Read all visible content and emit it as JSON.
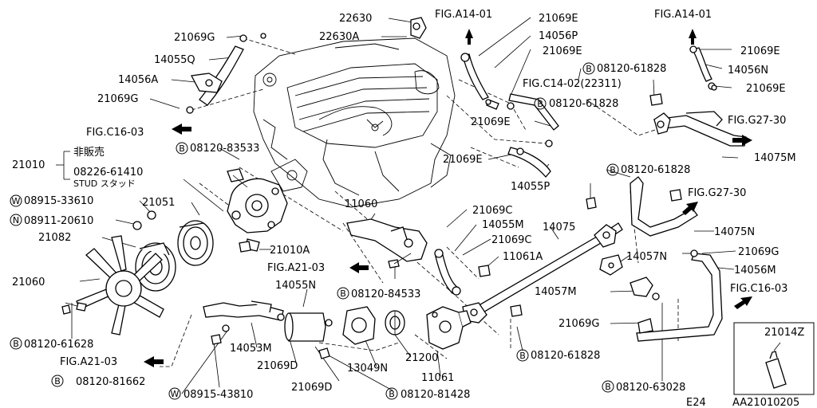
{
  "labels": [
    {
      "id": "l1",
      "text": "22630"
    },
    {
      "id": "l2",
      "text": "22630A"
    },
    {
      "id": "l3",
      "text": "FIG.A14-01"
    },
    {
      "id": "l4",
      "text": "21069E"
    },
    {
      "id": "l5",
      "text": "14056P"
    },
    {
      "id": "l6",
      "text": "21069E"
    },
    {
      "id": "l7",
      "text": "FIG.A14-01"
    },
    {
      "id": "l8",
      "text": "21069E"
    },
    {
      "id": "l9",
      "text": "14056N"
    },
    {
      "id": "l10",
      "text": "21069E"
    },
    {
      "id": "l11",
      "text": "08120-61828"
    },
    {
      "id": "l12",
      "text": "FIG.C14-02(22311)"
    },
    {
      "id": "l13",
      "text": "08120-61828"
    },
    {
      "id": "l14",
      "text": "21069G"
    },
    {
      "id": "l15",
      "text": "14055Q"
    },
    {
      "id": "l16",
      "text": "14056A"
    },
    {
      "id": "l17",
      "text": "21069G"
    },
    {
      "id": "l18",
      "text": "FIG.C16-03"
    },
    {
      "id": "l19",
      "text": "21069E"
    },
    {
      "id": "l20",
      "text": "FIG.G27-30"
    },
    {
      "id": "l21",
      "text": "21069E"
    },
    {
      "id": "l22",
      "text": "14075M"
    },
    {
      "id": "l23",
      "text": "08120-83533"
    },
    {
      "id": "l24",
      "text": "14055P"
    },
    {
      "id": "l25",
      "text": "21010"
    },
    {
      "id": "l26",
      "text": "非販売"
    },
    {
      "id": "l27",
      "text": "08226-61410"
    },
    {
      "id": "l28",
      "text": "STUD スタッド"
    },
    {
      "id": "l29",
      "text": "08120-61828"
    },
    {
      "id": "l30",
      "text": "FIG.G27-30"
    },
    {
      "id": "l31",
      "text": "08915-33610"
    },
    {
      "id": "l32",
      "text": "21051"
    },
    {
      "id": "l33",
      "text": "11060"
    },
    {
      "id": "l34",
      "text": "21069C"
    },
    {
      "id": "l35",
      "text": "08911-20610"
    },
    {
      "id": "l36",
      "text": "14055M"
    },
    {
      "id": "l37",
      "text": "14075"
    },
    {
      "id": "l38",
      "text": "14075N"
    },
    {
      "id": "l39",
      "text": "21082"
    },
    {
      "id": "l40",
      "text": "21069C"
    },
    {
      "id": "l41",
      "text": "21010A"
    },
    {
      "id": "l42",
      "text": "11061A"
    },
    {
      "id": "l43",
      "text": "14057N"
    },
    {
      "id": "l44",
      "text": "21069G"
    },
    {
      "id": "l45",
      "text": "FIG.A21-03"
    },
    {
      "id": "l46",
      "text": "14056M"
    },
    {
      "id": "l47",
      "text": "21060"
    },
    {
      "id": "l48",
      "text": "14055N"
    },
    {
      "id": "l49",
      "text": "08120-84533"
    },
    {
      "id": "l50",
      "text": "14057M"
    },
    {
      "id": "l51",
      "text": "FIG.C16-03"
    },
    {
      "id": "l52",
      "text": "21069G"
    },
    {
      "id": "l53",
      "text": "21014Z"
    },
    {
      "id": "l54",
      "text": "08120-61628"
    },
    {
      "id": "l55",
      "text": "14053M"
    },
    {
      "id": "l56",
      "text": "21200"
    },
    {
      "id": "l57",
      "text": "FIG.A21-03"
    },
    {
      "id": "l58",
      "text": "21069D"
    },
    {
      "id": "l59",
      "text": "08120-61828"
    },
    {
      "id": "l60",
      "text": "13049N"
    },
    {
      "id": "l61",
      "text": "11061"
    },
    {
      "id": "l62",
      "text": "08120-81662"
    },
    {
      "id": "l63",
      "text": "21069D"
    },
    {
      "id": "l64",
      "text": "08120-81428"
    },
    {
      "id": "l65",
      "text": "08120-63028"
    },
    {
      "id": "l66",
      "text": "08915-43810"
    },
    {
      "id": "l67",
      "text": "E24"
    },
    {
      "id": "l68",
      "text": "AA21010205"
    }
  ],
  "markers": {
    "bolt": "B",
    "washer": "W",
    "nut": "N"
  }
}
